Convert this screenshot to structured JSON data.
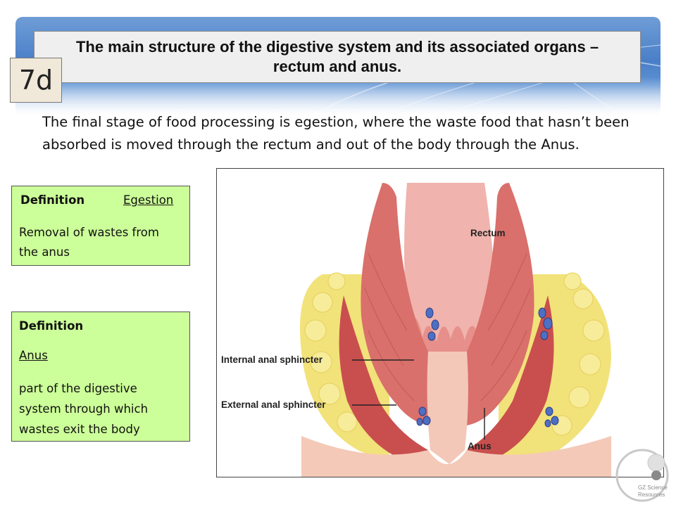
{
  "slide": {
    "code": "7d",
    "title": "The main structure of the digestive system and its associated organs – rectum and  anus.",
    "intro": "The final stage of food processing is egestion, where the waste food that hasn’t been absorbed is moved through the rectum and out of the body through the Anus."
  },
  "definitions": [
    {
      "heading": "Definition",
      "term": "Egestion",
      "text": "Removal of wastes from the anus"
    },
    {
      "heading": "Definition",
      "term": "Anus",
      "text": "part of the digestive system through which wastes exit the body"
    }
  ],
  "figure": {
    "labels": {
      "rectum": "Rectum",
      "internal": "Internal anal sphincter",
      "external": "External anal sphincter",
      "anus": "Anus"
    }
  },
  "logo": {
    "line1": "GZ Science",
    "line2": "Resources"
  },
  "colors": {
    "definition_fill": "#ccff99",
    "banner_blue": "#4a7fc8",
    "tissue_pink": "#e8a6a0",
    "fat_yellow": "#f2e27a"
  }
}
